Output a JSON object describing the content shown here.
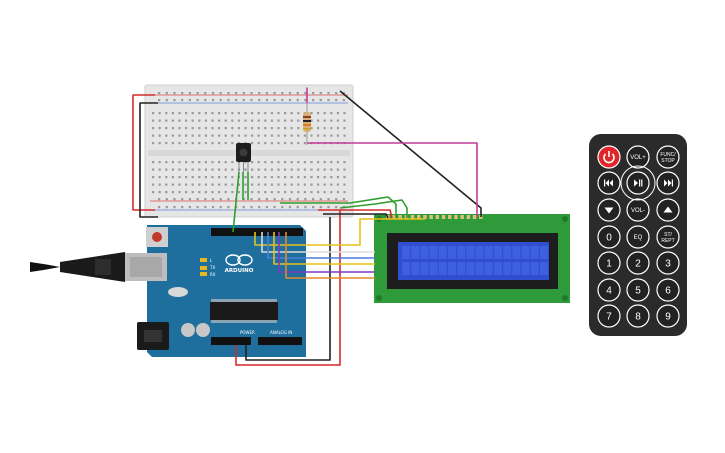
{
  "arduino": {
    "logo_text": "ARDUINO",
    "header_power_label": "POWER",
    "header_analog_label": "ANALOG IN",
    "tx_label": "TX",
    "rx_label": "RX",
    "l_label": "L"
  },
  "remote": {
    "buttons": [
      {
        "id": "power",
        "label": "",
        "icon": "power-icon",
        "color": "#e0262a"
      },
      {
        "id": "vol_up",
        "label": "VOL+",
        "icon": "",
        "color": "#222222"
      },
      {
        "id": "func_stop",
        "label": "FUNC/\nSTOP",
        "icon": "",
        "color": "#222222"
      },
      {
        "id": "prev",
        "label": "",
        "icon": "skip-back-icon",
        "color": "#222222"
      },
      {
        "id": "play_pause",
        "label": "",
        "icon": "play-pause-icon",
        "color": "#222222"
      },
      {
        "id": "next",
        "label": "",
        "icon": "skip-forward-icon",
        "color": "#222222"
      },
      {
        "id": "down",
        "label": "",
        "icon": "down-arrow-icon",
        "color": "#222222"
      },
      {
        "id": "vol_down",
        "label": "VOL-",
        "icon": "",
        "color": "#222222"
      },
      {
        "id": "up",
        "label": "",
        "icon": "up-arrow-icon",
        "color": "#222222"
      },
      {
        "id": "n0",
        "label": "0",
        "icon": "",
        "color": "#222222"
      },
      {
        "id": "eq",
        "label": "EQ",
        "icon": "",
        "color": "#222222"
      },
      {
        "id": "st_rept",
        "label": "ST/\nREPT",
        "icon": "",
        "color": "#222222"
      },
      {
        "id": "n1",
        "label": "1",
        "icon": "",
        "color": "#222222"
      },
      {
        "id": "n2",
        "label": "2",
        "icon": "",
        "color": "#222222"
      },
      {
        "id": "n3",
        "label": "3",
        "icon": "",
        "color": "#222222"
      },
      {
        "id": "n4",
        "label": "4",
        "icon": "",
        "color": "#222222"
      },
      {
        "id": "n5",
        "label": "5",
        "icon": "",
        "color": "#222222"
      },
      {
        "id": "n6",
        "label": "6",
        "icon": "",
        "color": "#222222"
      },
      {
        "id": "n7",
        "label": "7",
        "icon": "",
        "color": "#222222"
      },
      {
        "id": "n8",
        "label": "8",
        "icon": "",
        "color": "#222222"
      },
      {
        "id": "n9",
        "label": "9",
        "icon": "",
        "color": "#222222"
      }
    ]
  },
  "colors": {
    "arduino_board": "#1f6f9e",
    "breadboard": "#e9e9e9",
    "lcd_pcb": "#2e9a3a",
    "lcd_screen": "#2f4fd0",
    "remote_body": "#2b2b2b",
    "wire_red": "#d22c2c",
    "wire_black": "#222222",
    "wire_green": "#2f9e2f",
    "wire_magenta": "#c23c9a",
    "wire_yellow": "#e6c21a",
    "wire_blue": "#4a7fd8",
    "wire_purple": "#7a3cc0",
    "wire_white": "#dddddd"
  }
}
